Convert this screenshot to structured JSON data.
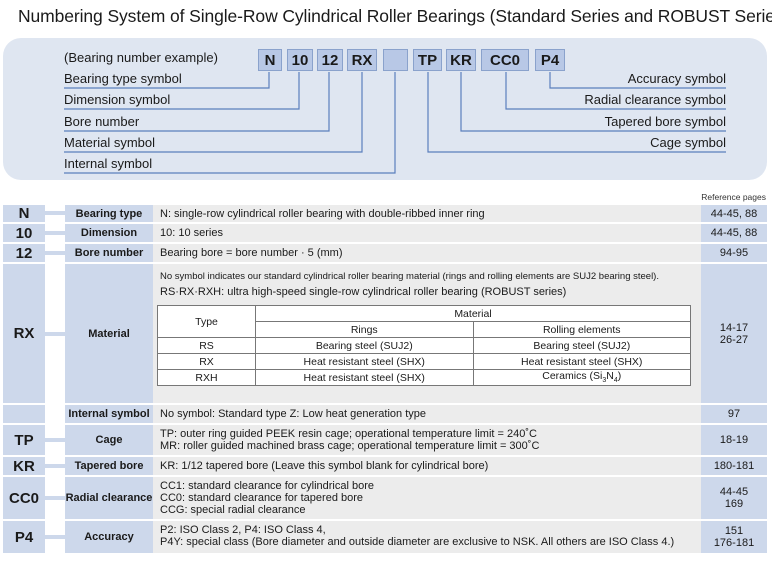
{
  "title": "Numbering System of Single-Row Cylindrical Roller Bearings (Standard Series and ROBUST Series)",
  "diagram": {
    "example_label": "(Bearing number example)",
    "left_labels": [
      "Bearing type symbol",
      "Dimension symbol",
      "Bore number",
      "Material symbol",
      "Internal symbol"
    ],
    "right_labels": [
      "Accuracy symbol",
      "Radial clearance symbol",
      "Tapered bore symbol",
      "Cage symbol"
    ],
    "symbols": [
      "N",
      "10",
      "12",
      "RX",
      "",
      "TP",
      "KR",
      "CC0",
      "P4"
    ],
    "colors": {
      "box_fill": "#b8c8e6",
      "panel": "#dfe6f1",
      "line": "#5b7fbd"
    }
  },
  "table": {
    "ref_header": "Reference pages",
    "rows": [
      {
        "symbol": "N",
        "name": "Bearing type",
        "desc": [
          "N: single-row cylindrical roller bearing with double-ribbed inner ring"
        ],
        "ref": [
          "44-45, 88"
        ]
      },
      {
        "symbol": "10",
        "name": "Dimension",
        "desc": [
          "10: 10 series"
        ],
        "ref": [
          "44-45, 88"
        ]
      },
      {
        "symbol": "12",
        "name": "Bore number",
        "desc": [
          "Bearing bore = bore number · 5 (mm)"
        ],
        "ref": [
          "94-95"
        ]
      },
      {
        "symbol": "RX",
        "name": "Material",
        "desc": [
          "No symbol indicates our standard cylindrical roller bearing material (rings and rolling elements are SUJ2 bearing steel).",
          "RS·RX·RXH: ultra high-speed single-row cylindrical roller bearing (ROBUST series)"
        ],
        "ref": [
          "14-17",
          "26-27"
        ]
      },
      {
        "symbol": "",
        "name": "Internal symbol",
        "desc": [
          "No symbol: Standard type  Z: Low heat generation type"
        ],
        "ref": [
          "97"
        ]
      },
      {
        "symbol": "TP",
        "name": "Cage",
        "desc": [
          "TP: outer ring guided PEEK resin cage; operational temperature limit = 240˚C",
          "MR: roller guided machined brass cage; operational temperature limit = 300˚C"
        ],
        "ref": [
          "18-19"
        ]
      },
      {
        "symbol": "KR",
        "name": "Tapered bore",
        "desc": [
          "KR: 1/12 tapered bore (Leave this symbol blank for cylindrical bore)"
        ],
        "ref": [
          "180-181"
        ]
      },
      {
        "symbol": "CC0",
        "name": "Radial clearance",
        "desc": [
          "CC1: standard clearance for cylindrical bore",
          "CC0: standard clearance for tapered bore",
          "CCG: special radial clearance"
        ],
        "ref": [
          "44-45",
          "169"
        ]
      },
      {
        "symbol": "P4",
        "name": "Accuracy",
        "desc": [
          "P2: ISO Class 2, P4: ISO Class 4,",
          "P4Y: special class (Bore diameter and outside diameter are exclusive to NSK. All others are ISO Class 4.)"
        ],
        "ref": [
          "151",
          "176-181"
        ]
      }
    ],
    "material_table": {
      "type_header": "Type",
      "material_header": "Material",
      "rings_header": "Rings",
      "rolling_header": "Rolling elements",
      "rows": [
        {
          "type": "RS",
          "rings": "Bearing steel (SUJ2)",
          "rolling": "Bearing steel (SUJ2)"
        },
        {
          "type": "RX",
          "rings": "Heat resistant steel (SHX)",
          "rolling": "Heat resistant steel (SHX)"
        },
        {
          "type": "RXH",
          "rings": "Heat resistant steel (SHX)",
          "rolling_prefix": "Ceramics (Si",
          "rolling_sub1": "3",
          "rolling_mid": "N",
          "rolling_sub2": "4",
          "rolling_suffix": ")"
        }
      ]
    }
  }
}
